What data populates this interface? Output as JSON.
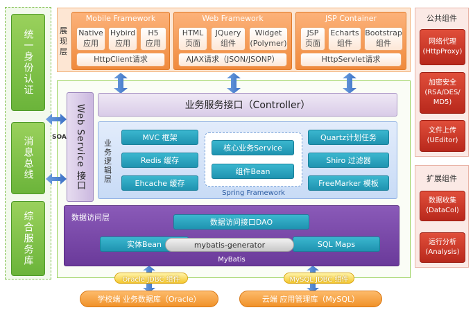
{
  "left": [
    "统一身份认证",
    "消息总线",
    "综合服务库"
  ],
  "soap": "SOAP",
  "presentation": {
    "label": "展现层",
    "frameworks": [
      {
        "title": "Mobile Framework",
        "items": [
          "Native\n应用",
          "Hybird\n应用",
          "H5\n应用"
        ],
        "bar": "HttpClient请求"
      },
      {
        "title": "Web Framework",
        "items": [
          "HTML\n页面",
          "JQuery\n组件",
          "Widget\n(Polymer)"
        ],
        "bar": "AJAX请求（JSON/JSONP）"
      },
      {
        "title": "JSP Container",
        "items": [
          "JSP\n页面",
          "Echarts\n组件",
          "Bootstrap\n组件"
        ],
        "bar": "HttpServlet请求"
      }
    ]
  },
  "controller": "业务服务接口（Controller）",
  "webservice": "Web Service 接口",
  "business": {
    "label": "业务逻辑层",
    "left_items": [
      "MVC 框架",
      "Redis 缓存",
      "Ehcache 缓存"
    ],
    "spring_items": [
      "核心业务Service",
      "组件Bean"
    ],
    "spring_label": "Spring Framework",
    "right_items": [
      "Quartz计划任务",
      "Shiro 过滤器",
      "FreeMarker 模板"
    ]
  },
  "data_access": {
    "label": "数据访问层",
    "dao": "数据访问接口DAO",
    "entity": "实体Bean",
    "generator": "mybatis-generator",
    "sqlmaps": "SQL Maps",
    "mybatis": "MyBatis"
  },
  "public_components": {
    "title": "公共组件",
    "items": [
      "网络代理\n(HttpProxy)",
      "加密安全\n(RSA/DES/\nMD5)",
      "文件上传\n(UEditor)"
    ]
  },
  "extension_components": {
    "title": "扩展组件",
    "items": [
      "数据收集\n(DataCol)",
      "运行分析\n(Analysis)"
    ]
  },
  "bottom": {
    "jdbc1": "Oracle JDBC 组件",
    "jdbc2": "MySQL JDBC 组件",
    "db1": "学校端 业务数据库（Oracle）",
    "db2": "云端 应用管理库（MySQL）"
  },
  "colors": {
    "accent_orange": "#f08a3c",
    "accent_teal": "#1f93b0",
    "accent_purple": "#6a3a9a",
    "accent_red": "#b8281c",
    "accent_green": "#6bb43a"
  }
}
